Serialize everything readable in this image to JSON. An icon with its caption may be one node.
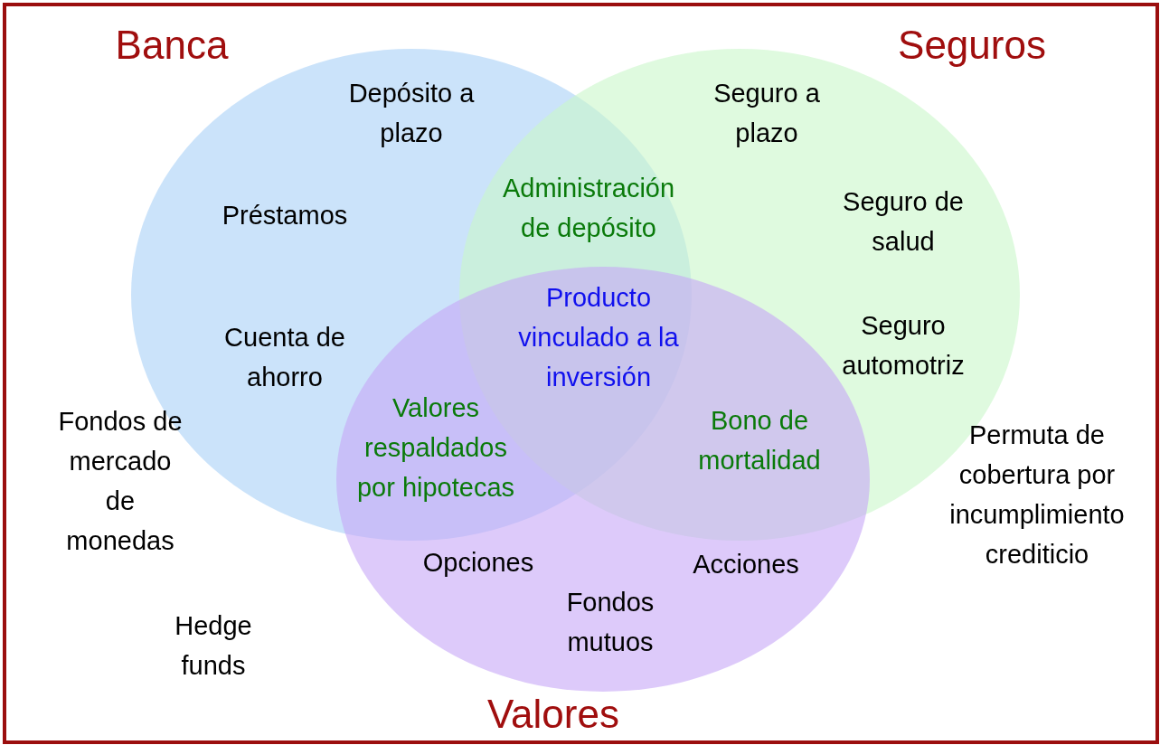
{
  "diagram": {
    "nodes": [
      {
        "text": [
          "Banca"
        ]
      },
      {
        "text": [
          "Seguros"
        ]
      },
      {
        "text": [
          "Valores"
        ]
      }
    ],
    "labels": [
      "Depósito a plazo",
      "Seguro a plazo",
      "Administración de depósito",
      "Préstamos",
      "Seguro de salud",
      "Producto vinculado a la inversión",
      "Cuenta de ahorro",
      "Seguro automotriz",
      "Valores respaldados por hipotecas",
      "Bono de mortalidad",
      "Fondos de mercado de monedas",
      "Permuta de cobertura por incumplimiento crediticio",
      "Opciones",
      "Acciones",
      "Hedge funds",
      "Fondos mutuos"
    ]
  }
}
